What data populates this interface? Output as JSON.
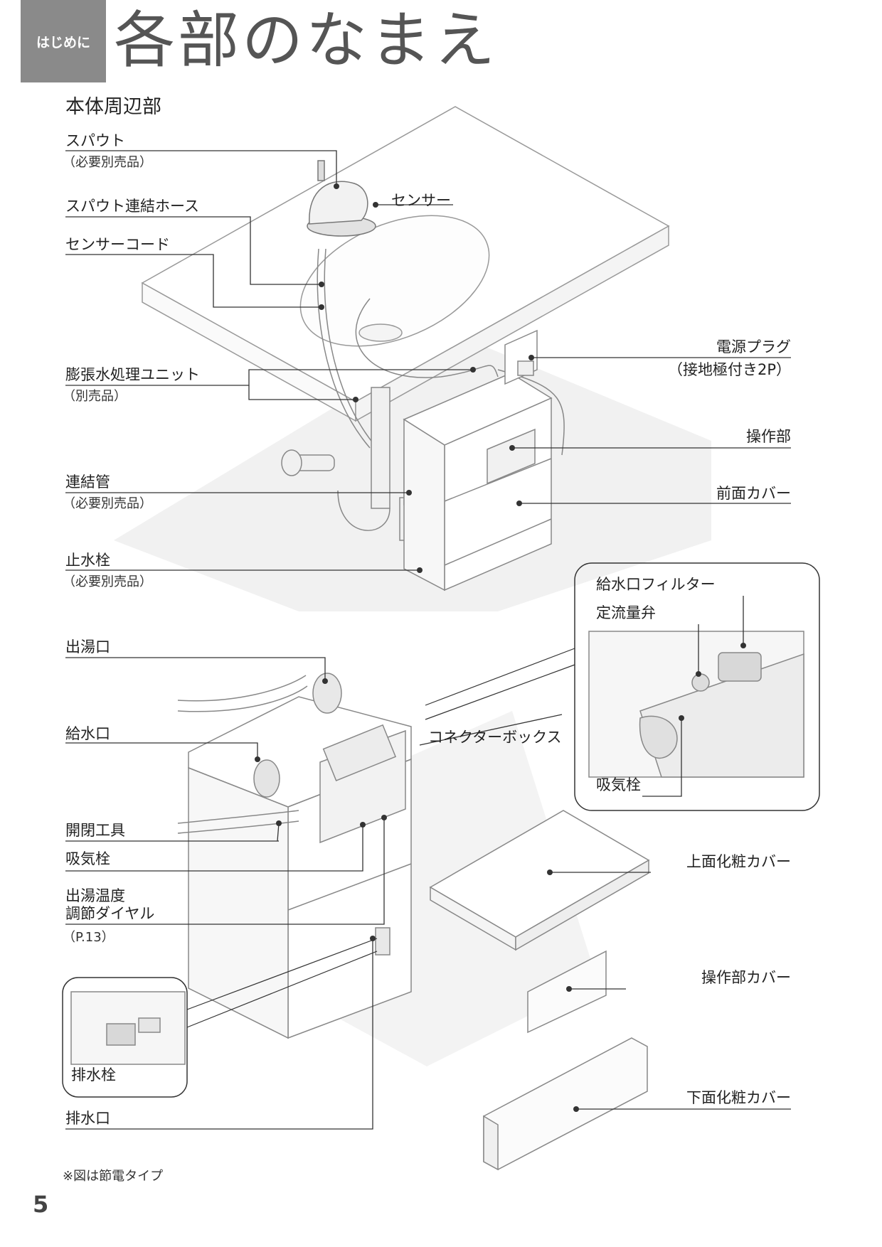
{
  "header": {
    "tag": "はじめに",
    "title": "各部のなまえ",
    "section": "本体周辺部"
  },
  "labels": {
    "spout": "スパウト",
    "spout_note": "（必要別売品）",
    "spout_hose": "スパウト連結ホース",
    "sensor_cord": "センサーコード",
    "sensor": "センサー",
    "expansion_unit": "膨張水処理ユニット",
    "expansion_note": "（別売品）",
    "connecting_pipe": "連結管",
    "connecting_note": "（必要別売品）",
    "stop_valve": "止水栓",
    "stop_valve_note": "（必要別売品）",
    "power_plug": "電源プラグ",
    "power_plug_note": "（接地極付き2P）",
    "control": "操作部",
    "front_cover": "前面カバー",
    "hot_outlet": "出湯口",
    "water_inlet": "給水口",
    "connector_box": "コネクターボックス",
    "inlet_filter": "給水口フィルター",
    "flow_valve": "定流量弁",
    "air_valve_detail": "吸気栓",
    "tool": "開閉工具",
    "air_valve": "吸気栓",
    "temp_dial_1": "出湯温度",
    "temp_dial_2": "調節ダイヤル",
    "temp_dial_ref": "（P.13）",
    "top_cover": "上面化粧カバー",
    "control_cover": "操作部カバー",
    "bottom_cover": "下面化粧カバー",
    "drain_plug": "排水栓",
    "drain_outlet": "排水口"
  },
  "footer": {
    "note": "※図は節電タイプ",
    "page": "5"
  },
  "colors": {
    "tag_bg": "#8a8a8a",
    "line": "#333333",
    "drawing": "#999999"
  }
}
